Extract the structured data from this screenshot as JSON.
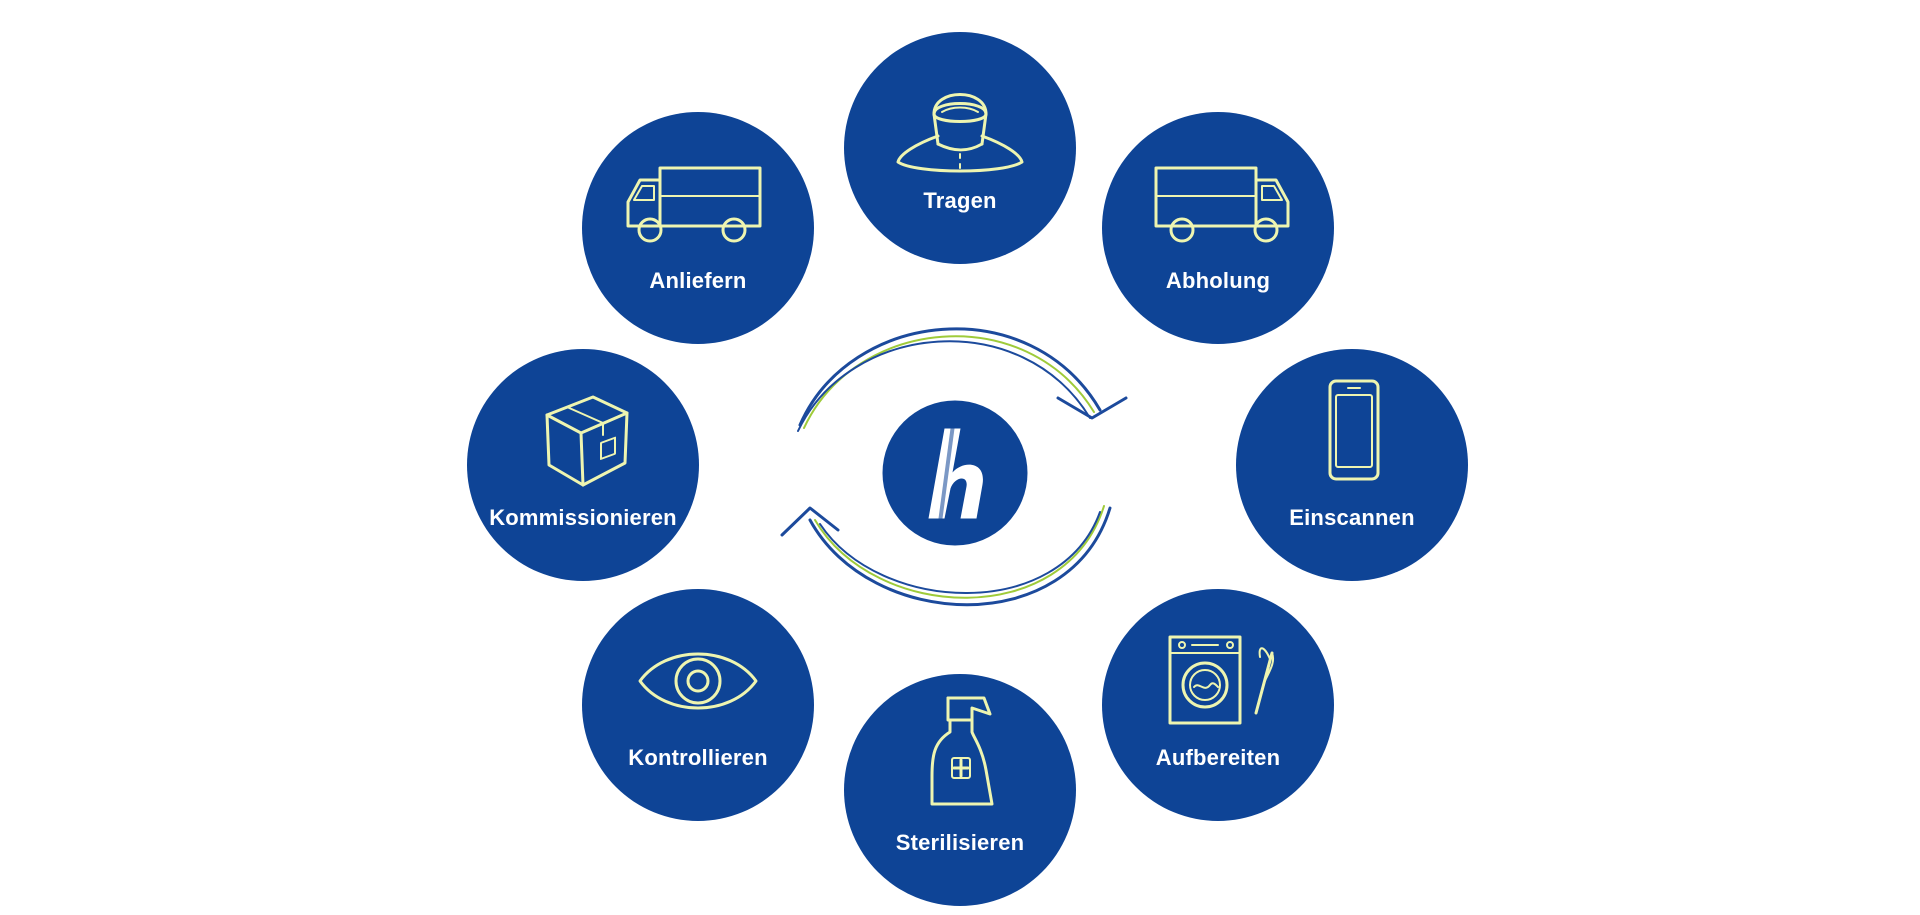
{
  "colors": {
    "node_fill": "#0e4496",
    "icon_line": "#eef5b0",
    "label_text": "#ffffff",
    "arrow_blue": "#1c4a9c",
    "arrow_green": "#9fcb3a"
  },
  "center": {
    "logo_icon": "brand-b-logo-icon"
  },
  "steps": [
    {
      "label": "Tragen",
      "icon": "wearer-gown-icon"
    },
    {
      "label": "Abholung",
      "icon": "pickup-truck-icon"
    },
    {
      "label": "Einscannen",
      "icon": "smartphone-icon"
    },
    {
      "label": "Aufbereiten",
      "icon": "washing-machine-needle-icon"
    },
    {
      "label": "Sterilisieren",
      "icon": "spray-bottle-icon"
    },
    {
      "label": "Kontrollieren",
      "icon": "eye-icon"
    },
    {
      "label": "Kommissionieren",
      "icon": "box-icon"
    },
    {
      "label": "Anliefern",
      "icon": "delivery-truck-icon"
    }
  ]
}
